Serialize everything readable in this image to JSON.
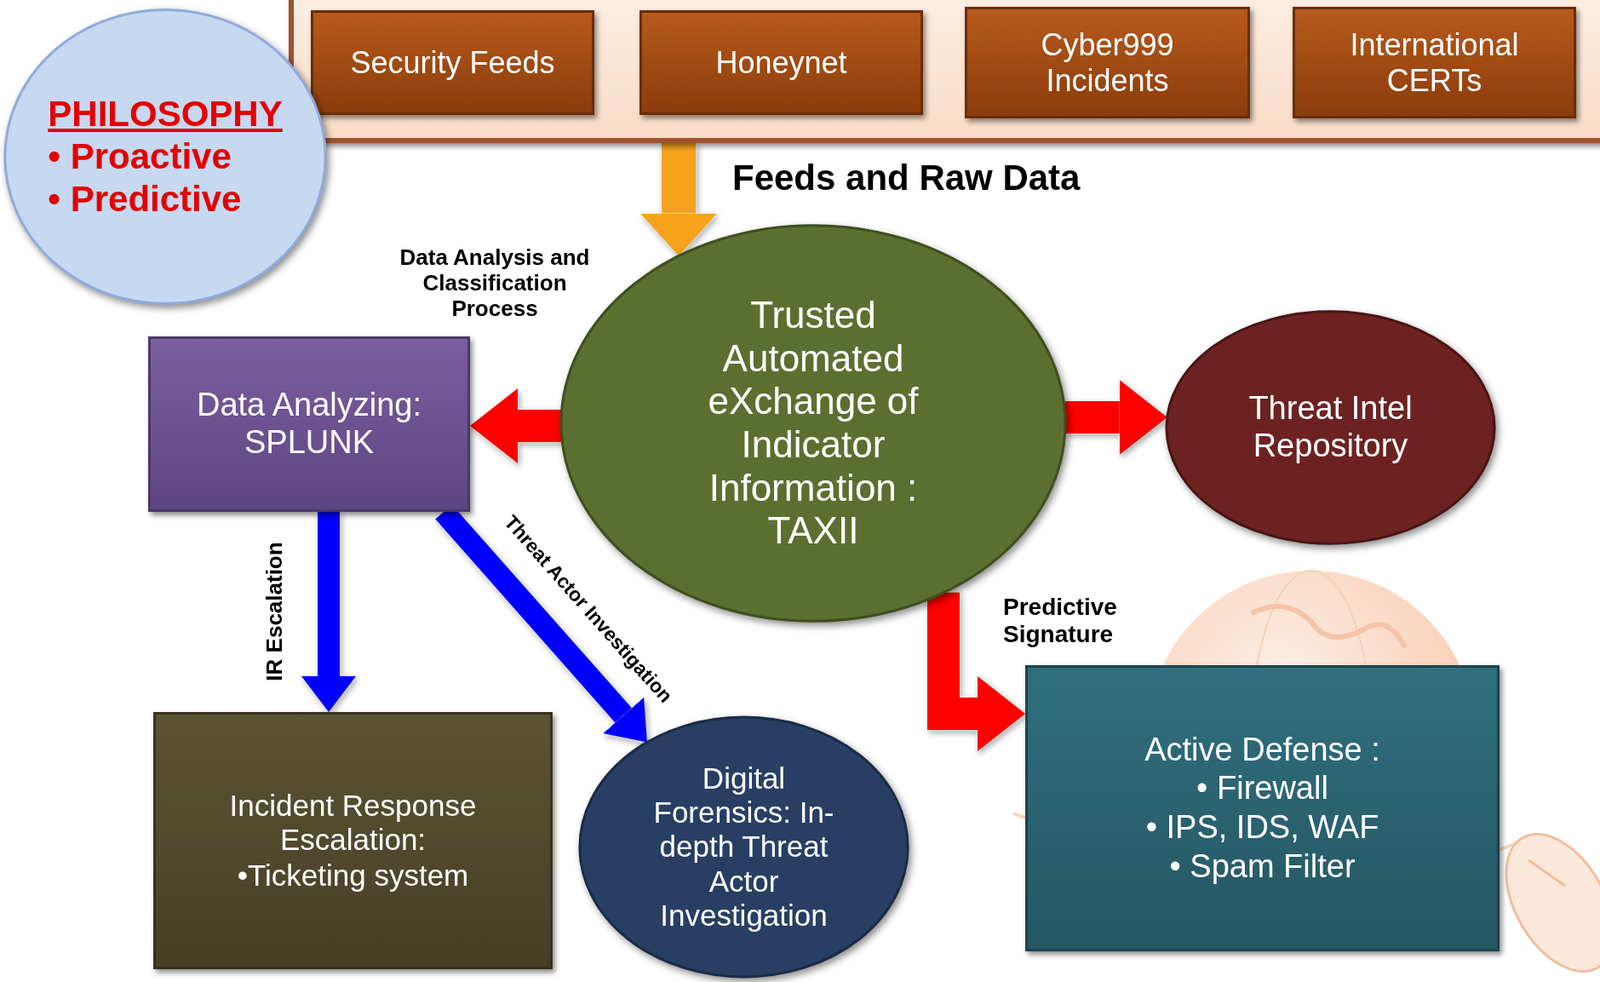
{
  "diagram": {
    "nodes": [
      {
        "text": []
      },
      {
        "text": [
          "Security Feeds"
        ],
        "in": 0
      },
      {
        "text": [
          "Honeynet"
        ],
        "in": 0
      },
      {
        "text": [
          "Cyber999 Incidents"
        ],
        "in": 0
      },
      {
        "text": [
          "International CERTs"
        ],
        "in": 0
      },
      {
        "text": [
          "PHILOSOPHY",
          "• Proactive",
          "• Predictive"
        ]
      },
      {
        "text": [
          "Trusted Automated eXchange of Indicator Information : TAXII"
        ]
      },
      {
        "text": [
          "Data Analyzing: SPLUNK"
        ]
      },
      {
        "text": [
          "Threat Intel Repository"
        ]
      },
      {
        "text": [
          "Incident Response Escalation:",
          "•Ticketing system"
        ]
      },
      {
        "text": [
          "Digital Forensics: In-depth Threat Actor Investigation"
        ]
      },
      {
        "text": [
          "Active Defense :",
          "• Firewall",
          "• IPS, IDS, WAF",
          "• Spam Filter"
        ]
      }
    ],
    "edges": [
      {
        "from": 0,
        "to": 6,
        "label": "Feeds and Raw Data",
        "arrow": "to"
      },
      {
        "from": 6,
        "to": 7,
        "label": "Data Analysis and Classification Process",
        "arrow": "to"
      },
      {
        "from": 6,
        "to": 8,
        "arrow": "to"
      },
      {
        "from": 6,
        "to": 11,
        "label": "Predictive Signature",
        "arrow": "to"
      },
      {
        "from": 7,
        "to": 9,
        "label": "IR Escalation",
        "arrow": "to"
      },
      {
        "from": 7,
        "to": 10,
        "label": "Threat Actor Investigation",
        "arrow": "to"
      }
    ]
  }
}
